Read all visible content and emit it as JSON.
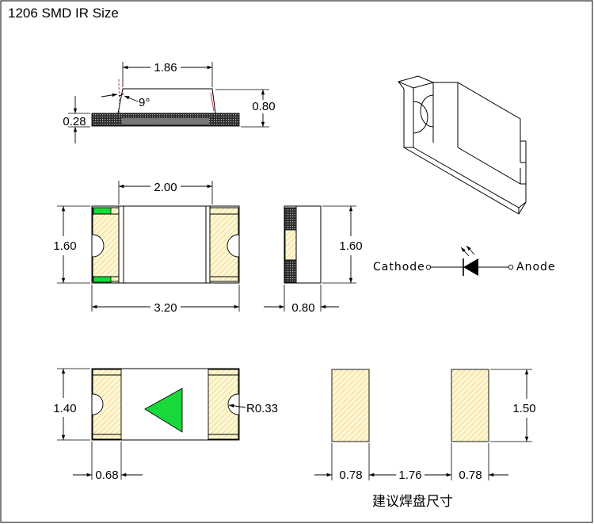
{
  "title": "1206 SMD IR Size",
  "side_view": {
    "top_length": "1.86",
    "height": "0.80",
    "substrate": "0.28",
    "angle": "9°"
  },
  "top_view": {
    "lens_length": "2.00",
    "width": "1.60",
    "length": "3.20"
  },
  "end_view": {
    "width": "1.60",
    "thickness": "0.80"
  },
  "schematic": {
    "cathode": "Cathode",
    "anode": "Anode"
  },
  "bottom_view": {
    "width": "1.40",
    "radius": "R0.33",
    "pad_length": "0.68"
  },
  "recommended_pads": {
    "pad_height": "1.50",
    "pad_width_left": "0.78",
    "gap": "1.76",
    "pad_width_right": "0.78",
    "caption": "建议焊盘尺寸"
  },
  "colors": {
    "green": "#19d93a",
    "red": "#d9323c"
  }
}
